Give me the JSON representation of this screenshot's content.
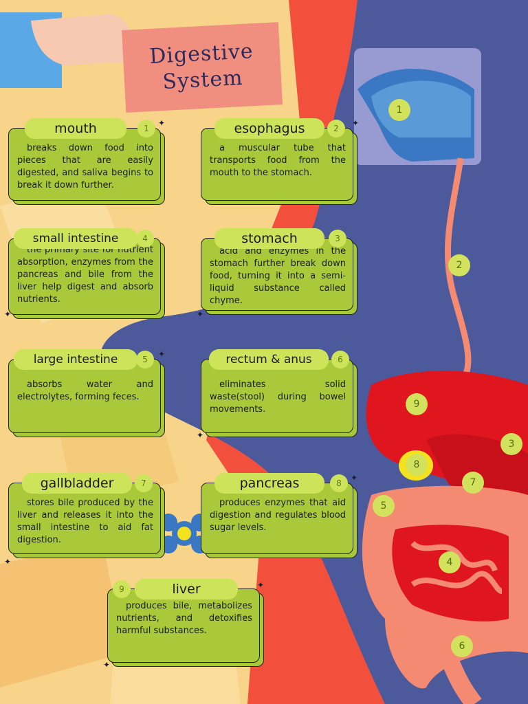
{
  "title": {
    "line1": "Digestive",
    "line2": "System"
  },
  "organs": [
    {
      "num": "1",
      "name": "mouth",
      "desc": "breaks down food into pieces that are easily digested, and saliva begins to break it down further."
    },
    {
      "num": "2",
      "name": "esophagus",
      "desc": "a muscular tube that transports food from the mouth to the stomach."
    },
    {
      "num": "4",
      "name": "small intestine",
      "desc": "the primary site for nutrient absorption, enzymes from the pancreas and bile from the liver help digest and absorb nutrients."
    },
    {
      "num": "3",
      "name": "stomach",
      "desc": "acid and enzymes in the stomach further break down food, turning it into a semi-liquid substance called chyme."
    },
    {
      "num": "5",
      "name": "large intestine",
      "desc": "absorbs water and electrolytes, forming feces."
    },
    {
      "num": "6",
      "name": "rectum & anus",
      "desc": "eliminates solid waste(stool) during bowel movements."
    },
    {
      "num": "7",
      "name": "gallbladder",
      "desc": "stores bile produced by the liver and releases it into the small intestine to aid fat digestion."
    },
    {
      "num": "8",
      "name": "pancreas",
      "desc": "produces enzymes that aid digestion and regulates blood sugar levels."
    },
    {
      "num": "9",
      "name": "liver",
      "desc": "produces bile, metabolizes nutrients, and detoxifies harmful substances."
    }
  ],
  "markers": [
    "1",
    "2",
    "9",
    "3",
    "8",
    "7",
    "5",
    "4",
    "6"
  ],
  "colors": {
    "background": "#f7d48a",
    "body": "#4c5a9c",
    "red_panel": "#f2503c",
    "card": "#a9c93a",
    "label": "#cde35a",
    "title_card": "#f08f80",
    "liver": "#e0161e",
    "intestine": "#f48a72"
  },
  "icons": [
    "hand-icon",
    "sparkle-icon",
    "flower-icon"
  ]
}
